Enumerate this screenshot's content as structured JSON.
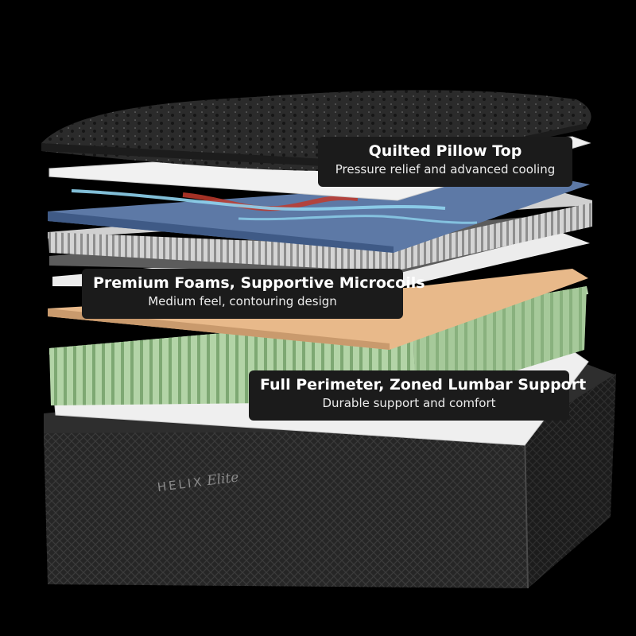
{
  "callouts": [
    {
      "title": "Quilted Pillow Top",
      "subtitle": "Pressure relief and advanced cooling"
    },
    {
      "title": "Premium Foams, Supportive Microcoils",
      "subtitle": "Medium feel, contouring design"
    },
    {
      "title": "Full Perimeter, Zoned Lumbar Support",
      "subtitle": "Durable support and comfort"
    }
  ],
  "logo": {
    "brand": "HELIX",
    "model": "Elite"
  },
  "colors": {
    "background": "#000000",
    "callout_bg": "#1b1b1b",
    "pillow_top": "#2b2b2b",
    "white_layer": "#f1f1f1",
    "cooling_foam": "#5d79a6",
    "microcoil": "#bdbdbd",
    "grey_foam": "#5c5c5c",
    "beige_foam": "#e8b98a",
    "support_coils": "#a7c99c",
    "base": "#262626"
  }
}
